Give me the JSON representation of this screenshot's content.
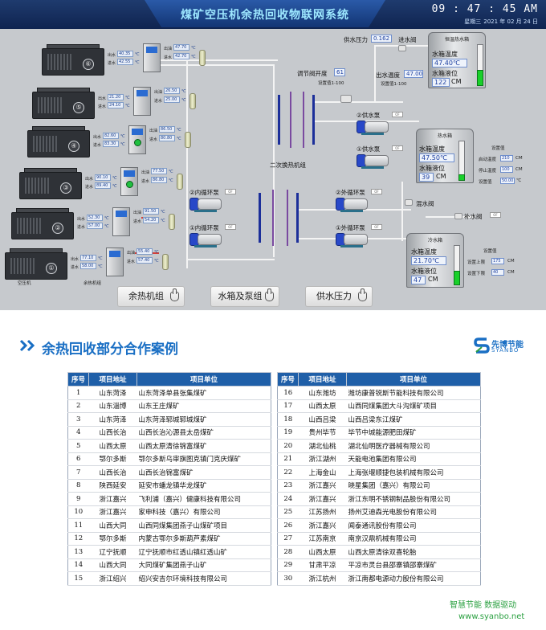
{
  "scada": {
    "title": "煤矿空压机余热回收物联网系统",
    "time": "09 : 47 : 45 AM",
    "weekday": "星期三",
    "date": "2021 年 02 月 24 日",
    "units": [
      {
        "num": "⑥",
        "out": "40.35",
        "in": "42.55",
        "cab_out": "47.70",
        "cab_in": "42.70"
      },
      {
        "num": "⑤",
        "out": "21.20",
        "in": "24.10",
        "cab_out": "26.50",
        "cab_in": "25.00"
      },
      {
        "num": "④",
        "out": "82.60",
        "in": "83.30",
        "cab_out": "86.50",
        "cab_in": "80.80"
      },
      {
        "num": "③",
        "out": "90.10",
        "in": "89.40",
        "cab_out": "77.50",
        "cab_in": "86.80"
      },
      {
        "num": "②",
        "out": "52.30",
        "in": "57.00",
        "cab_out": "91.50",
        "cab_in": "54.20"
      },
      {
        "num": "①",
        "out": "77.10",
        "in": "58.00",
        "cab_out": "55.40",
        "cab_in": "57.40"
      }
    ],
    "labels": {
      "out": "出油",
      "in": "进水",
      "unit_out": "出水",
      "unit_in": "进水",
      "cel": "℃",
      "air_compressor": "空压机",
      "heat_recovery": "余热机组",
      "regulating_valve": "调节阀开度",
      "setpoint_range": "设置值1-100",
      "secondary_hx": "二次换热机组",
      "supply_pressure": "供水压力",
      "inlet_valve": "进水阀",
      "outlet_temp": "出水温度",
      "supply_pump2": "②供水泵",
      "supply_pump1": "①供水泵",
      "inner_pump2": "②内循环泵",
      "inner_pump1": "①内循环泵",
      "outer_pump2": "②外循环泵",
      "outer_pump1": "①外循环泵",
      "mix_valve": "混水阀",
      "makeup_valve": "补水阀",
      "tank_temp": "水箱温度",
      "tank_level": "水箱液位",
      "set_values": "设置值",
      "start_temp": "启动温度",
      "stop_temp": "停止温度",
      "upper_limit": "设置上限",
      "lower_limit": "设置下限",
      "set_val": "设置值",
      "cm": "CM",
      "ctank_label": "热水箱"
    },
    "regulating_valve_value": "61",
    "supply_pressure_value": "0.162",
    "outlet_temp_value": "47.00",
    "tank_top": {
      "label": "恒温热水箱",
      "temp": "47.40℃",
      "level": "122"
    },
    "tank_mid": {
      "label": "热水箱",
      "temp": "47.50℃",
      "level": "39",
      "start": "210",
      "stop": "100",
      "set": "50.00",
      "cm1": "CM",
      "cm2": "CM",
      "c3": "℃"
    },
    "tank_bot": {
      "label": "冷水箱",
      "temp": "21.70℃",
      "level": "47",
      "upper": "175",
      "lower": "40",
      "cm1": "CM",
      "cm2": "CM"
    },
    "nav": [
      "余热机组",
      "水箱及泵组",
      "供水压力"
    ]
  },
  "section": {
    "title": "余热回收部分合作案例",
    "logo_cn": "先博节能",
    "logo_en": "SYANBO"
  },
  "table": {
    "headers": [
      "序号",
      "项目地址",
      "项目单位"
    ],
    "left": [
      [
        "1",
        "山东菏泽",
        "山东菏泽单县张集煤矿"
      ],
      [
        "2",
        "山东淄博",
        "山东王庄煤矿"
      ],
      [
        "3",
        "山东菏泽",
        "山东菏泽郓城郓城煤矿"
      ],
      [
        "4",
        "山西长治",
        "山西长治沁源县太岳煤矿"
      ],
      [
        "5",
        "山西太原",
        "山西太原清徐锦富煤矿"
      ],
      [
        "6",
        "鄂尔多斯",
        "鄂尔多斯乌审旗图克镇门克庆煤矿"
      ],
      [
        "7",
        "山西长治",
        "山西长治锦富煤矿"
      ],
      [
        "8",
        "陕西延安",
        "延安市蟠龙镇华龙煤矿"
      ],
      [
        "9",
        "浙江嘉兴",
        "飞利浦（嘉兴）健康科技有限公司"
      ],
      [
        "10",
        "浙江嘉兴",
        "家申科技（嘉兴）有限公司"
      ],
      [
        "11",
        "山西大同",
        "山西同煤集团燕子山煤矿项目"
      ],
      [
        "12",
        "鄂尔多斯",
        "内蒙古鄂尔多斯葫芦素煤矿"
      ],
      [
        "13",
        "辽宁抚顺",
        "辽宁抚顺市红透山镇红透山矿"
      ],
      [
        "14",
        "山西大同",
        "大同煤矿集团燕子山矿"
      ],
      [
        "15",
        "浙江绍兴",
        "绍兴安吉尔环境科技有限公司"
      ]
    ],
    "right": [
      [
        "16",
        "山东潍坊",
        "潍坊康普锐斯节能科技有限公司"
      ],
      [
        "17",
        "山西太原",
        "山西同煤集团大斗沟煤矿项目"
      ],
      [
        "18",
        "山西吕梁",
        "山西吕梁东江煤矿"
      ],
      [
        "19",
        "贵州毕节",
        "毕节中城能源肥田煤矿"
      ],
      [
        "20",
        "湖北仙桃",
        "湖北仙明医疗器械有限公司"
      ],
      [
        "21",
        "浙江湖州",
        "天能电池集团有限公司"
      ],
      [
        "22",
        "上海金山",
        "上海张堰顺捷包装机械有限公司"
      ],
      [
        "23",
        "浙江嘉兴",
        "晓星集团（嘉兴）有限公司"
      ],
      [
        "24",
        "浙江嘉兴",
        "浙江东明不锈钢制品股份有限公司"
      ],
      [
        "25",
        "江苏扬州",
        "扬州艾迪森光电股份有限公司"
      ],
      [
        "26",
        "浙江嘉兴",
        "闻泰通讯股份有限公司"
      ],
      [
        "27",
        "江苏南京",
        "南京汉鼎机械有限公司"
      ],
      [
        "28",
        "山西太原",
        "山西太原清徐双喜轮胎"
      ],
      [
        "29",
        "甘肃平凉",
        "平凉市灵台县邵寨镇邵寨煤矿"
      ],
      [
        "30",
        "浙江杭州",
        "浙江南都电源动力股份有限公司"
      ]
    ]
  },
  "footer": {
    "slogan": "智慧节能 数据驱动",
    "url": "www.syanbo.net"
  }
}
